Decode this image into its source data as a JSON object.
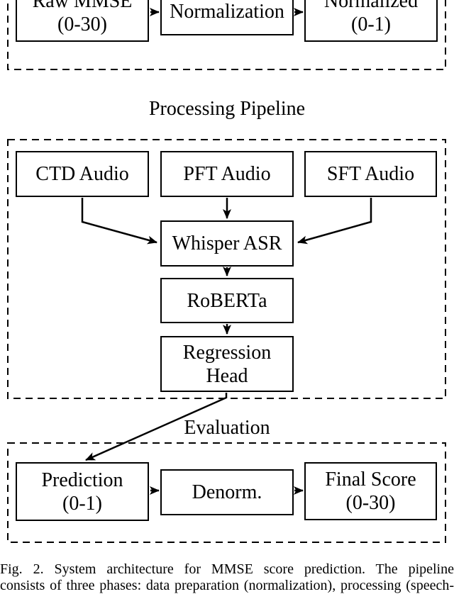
{
  "colors": {
    "ink": "#000000",
    "background": "#ffffff"
  },
  "titles": {
    "processing": "Processing Pipeline",
    "evaluation": "Evaluation"
  },
  "boxes": {
    "raw_mmse": {
      "line1": "Raw MMSE",
      "line2": "(0-30)"
    },
    "normalization": {
      "line1": "Normalization"
    },
    "normalized": {
      "line1": "Normalized",
      "line2": "(0-1)"
    },
    "ctd_audio": {
      "line1": "CTD Audio"
    },
    "pft_audio": {
      "line1": "PFT Audio"
    },
    "sft_audio": {
      "line1": "SFT Audio"
    },
    "whisper_asr": {
      "line1": "Whisper ASR"
    },
    "roberta": {
      "line1": "RoBERTa"
    },
    "regression_head": {
      "line1": "Regression",
      "line2": "Head"
    },
    "prediction": {
      "line1": "Prediction",
      "line2": "(0-1)"
    },
    "denorm": {
      "line1": "Denorm."
    },
    "final_score": {
      "line1": "Final Score",
      "line2": "(0-30)"
    }
  },
  "caption": {
    "line1": "Fig. 2. System architecture for MMSE score prediction. The pipeline",
    "line2": "consists of three phases: data preparation (normalization), processing (speech-"
  }
}
